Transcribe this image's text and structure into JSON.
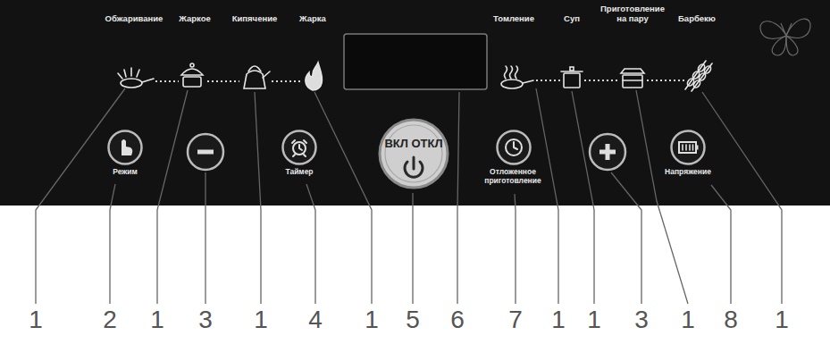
{
  "diagram": {
    "nodes": [
      {
        "text": [
          "Режим"
        ]
      },
      {
        "text": [
          "Таймер"
        ]
      },
      {
        "text": [
          "ВКЛ ОТКЛ"
        ]
      },
      {
        "text": [
          "Отложенное приготовление"
        ]
      },
      {
        "text": [
          "Напряжение"
        ]
      }
    ],
    "labels": [
      "Обжаривание",
      "Жаркое",
      "Кипячение",
      "Жарка",
      "Томление",
      "Суп",
      "Приготовление на пару",
      "Барбекю",
      "1",
      "2",
      "1",
      "3",
      "1",
      "4",
      "1",
      "5",
      "6",
      "7",
      "1",
      "1",
      "3",
      "1",
      "8",
      "1"
    ]
  }
}
